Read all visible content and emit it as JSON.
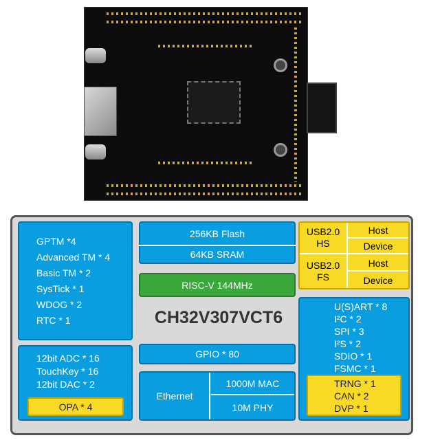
{
  "chip_name": "CH32V307VCT6",
  "timers": [
    "GPTM *4",
    "Advanced TM * 4",
    "Basic TM * 2",
    "SysTick  * 1",
    "WDOG * 2",
    "RTC * 1"
  ],
  "analog": [
    "12bit ADC * 16",
    "TouchKey * 16",
    "12bit DAC * 2"
  ],
  "opa": "OPA * 4",
  "memory": {
    "flash": "256KB Flash",
    "sram": "64KB SRAM"
  },
  "core": "RISC-V  144MHz",
  "gpio": "GPIO * 80",
  "ethernet": {
    "label": "Ethernet",
    "mac": "1000M  MAC",
    "phy": "10M  PHY"
  },
  "usb": [
    {
      "label": "USB2.0",
      "speed": "HS",
      "modes": [
        "Host",
        "Device"
      ]
    },
    {
      "label": "USB2.0",
      "speed": "FS",
      "modes": [
        "Host",
        "Device"
      ]
    }
  ],
  "comms": [
    "U(S)ART * 8",
    "I²C * 2",
    "SPI * 3",
    "I²S * 2",
    "SDIO * 1",
    "FSMC * 1"
  ],
  "extras": [
    "TRNG * 1",
    "CAN * 2",
    "DVP * 1"
  ],
  "colors": {
    "blue": "#0a9ee0",
    "yellow": "#f7d926",
    "green": "#3aa83a",
    "frame": "#d9d9d9"
  }
}
